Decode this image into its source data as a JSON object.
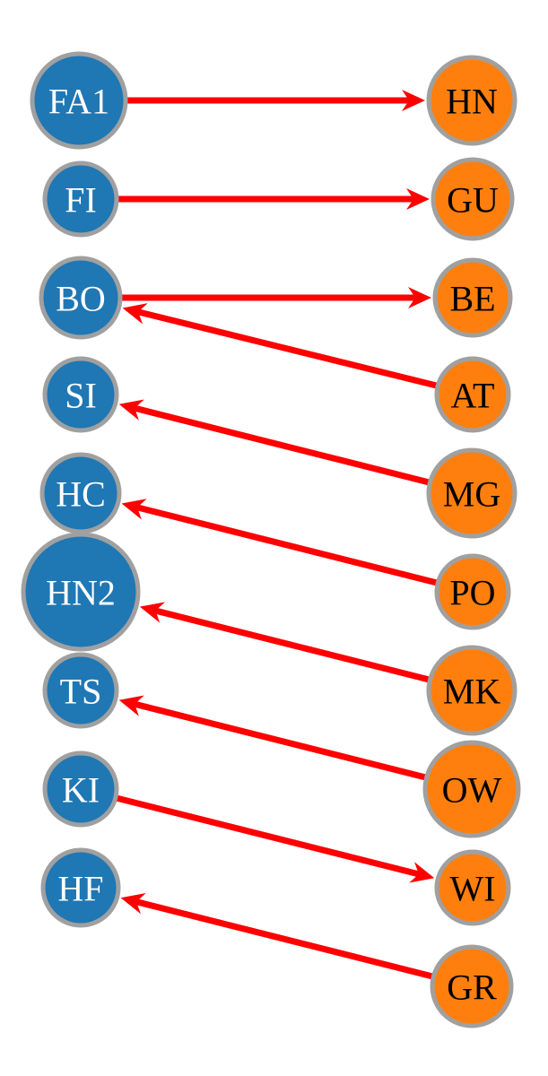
{
  "diagram": {
    "colors": {
      "left_fill": "#1f77b4",
      "right_fill": "#ff7f0e",
      "node_stroke": "#a0a0a0",
      "edge": "#ff0000",
      "left_text": "#ffffff",
      "right_text": "#000000"
    },
    "left_nodes": [
      {
        "id": "FA1",
        "label": "FA1"
      },
      {
        "id": "FI",
        "label": "FI"
      },
      {
        "id": "BO",
        "label": "BO"
      },
      {
        "id": "SI",
        "label": "SI"
      },
      {
        "id": "HC",
        "label": "HC"
      },
      {
        "id": "HN2",
        "label": "HN2"
      },
      {
        "id": "TS",
        "label": "TS"
      },
      {
        "id": "KI",
        "label": "KI"
      },
      {
        "id": "HF",
        "label": "HF"
      }
    ],
    "right_nodes": [
      {
        "id": "HN",
        "label": "HN"
      },
      {
        "id": "GU",
        "label": "GU"
      },
      {
        "id": "BE",
        "label": "BE"
      },
      {
        "id": "AT",
        "label": "AT"
      },
      {
        "id": "MG",
        "label": "MG"
      },
      {
        "id": "PO",
        "label": "PO"
      },
      {
        "id": "MK",
        "label": "MK"
      },
      {
        "id": "OW",
        "label": "OW"
      },
      {
        "id": "WI",
        "label": "WI"
      },
      {
        "id": "GR",
        "label": "GR"
      }
    ],
    "edges": [
      {
        "from": "FA1",
        "to": "HN"
      },
      {
        "from": "FI",
        "to": "GU"
      },
      {
        "from": "BO",
        "to": "BE"
      },
      {
        "from": "AT",
        "to": "BO"
      },
      {
        "from": "MG",
        "to": "SI"
      },
      {
        "from": "PO",
        "to": "HC"
      },
      {
        "from": "MK",
        "to": "HN2"
      },
      {
        "from": "OW",
        "to": "TS"
      },
      {
        "from": "KI",
        "to": "WI"
      },
      {
        "from": "GR",
        "to": "HF"
      }
    ]
  }
}
